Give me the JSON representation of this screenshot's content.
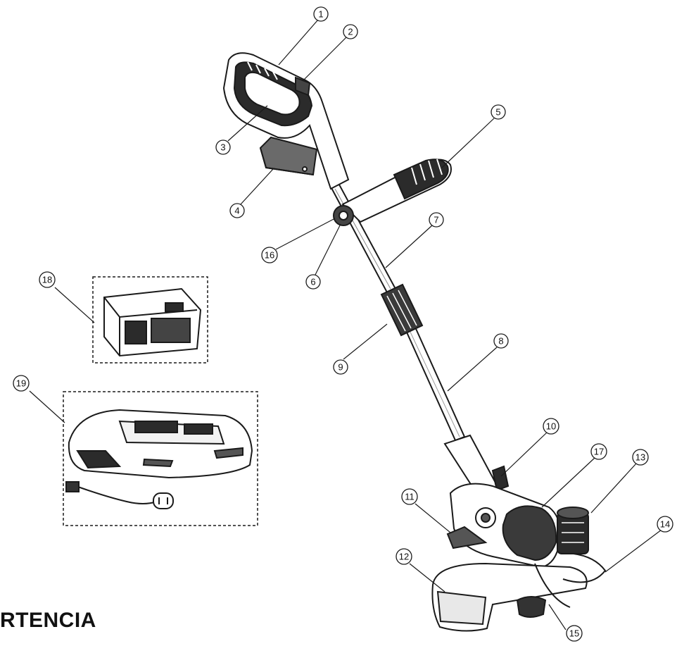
{
  "figure": {
    "heading": "RTENCIA",
    "callouts": [
      {
        "id": "c1",
        "label": "1"
      },
      {
        "id": "c2",
        "label": "2"
      },
      {
        "id": "c3",
        "label": "3"
      },
      {
        "id": "c4",
        "label": "4"
      },
      {
        "id": "c5",
        "label": "5"
      },
      {
        "id": "c6",
        "label": "6"
      },
      {
        "id": "c7",
        "label": "7"
      },
      {
        "id": "c8",
        "label": "8"
      },
      {
        "id": "c9",
        "label": "9"
      },
      {
        "id": "c10",
        "label": "10"
      },
      {
        "id": "c11",
        "label": "11"
      },
      {
        "id": "c12",
        "label": "12"
      },
      {
        "id": "c13",
        "label": "13"
      },
      {
        "id": "c14",
        "label": "14"
      },
      {
        "id": "c15",
        "label": "15"
      },
      {
        "id": "c16",
        "label": "16"
      },
      {
        "id": "c17",
        "label": "17"
      },
      {
        "id": "c18",
        "label": "18"
      },
      {
        "id": "c19",
        "label": "19"
      }
    ]
  }
}
